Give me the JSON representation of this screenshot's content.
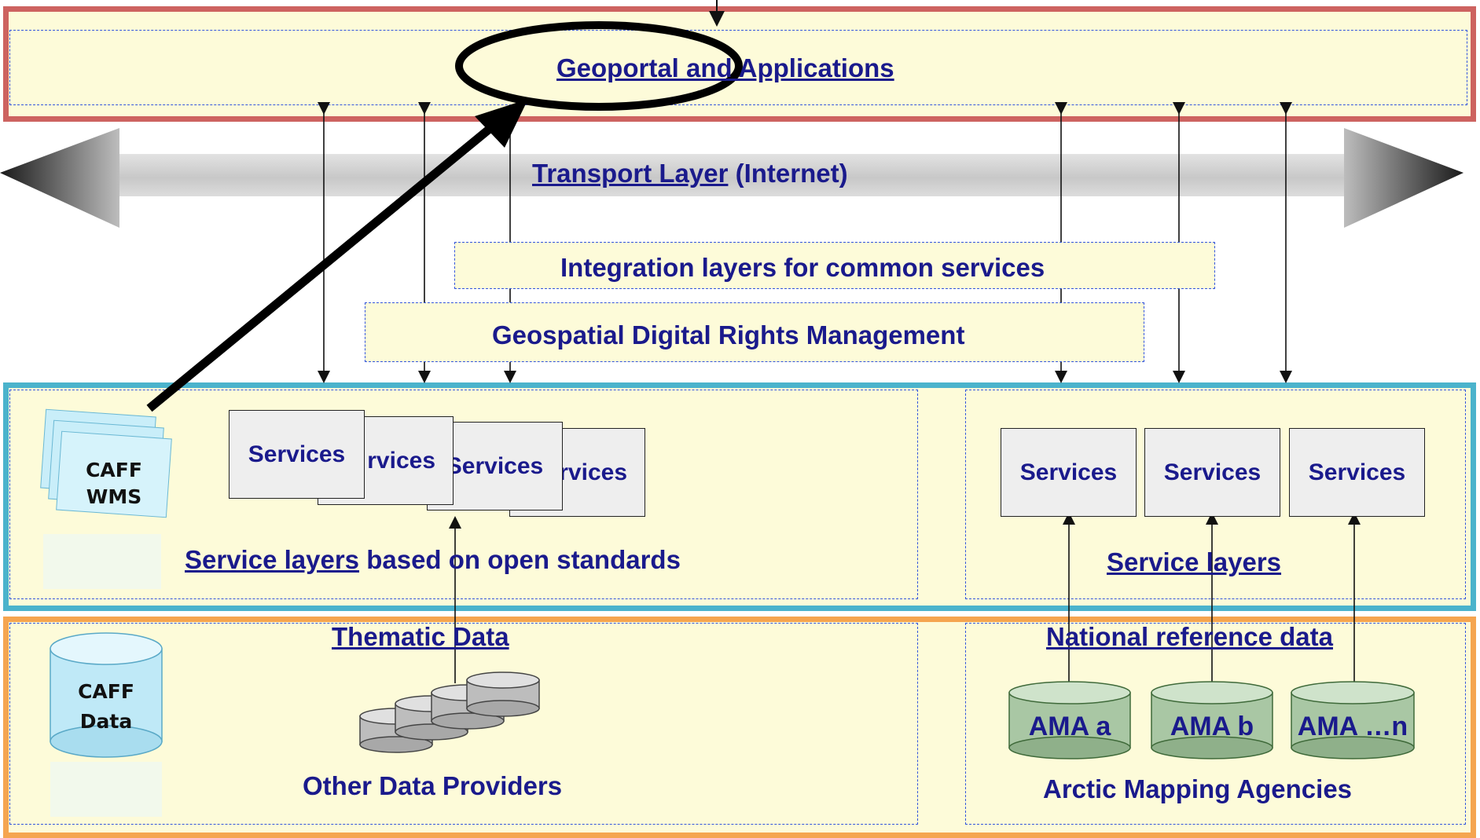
{
  "top": {
    "geoportal": "Geoportal and Applications"
  },
  "transport": {
    "link": "Transport Layer",
    "suffix": " (Internet)"
  },
  "integration": "Integration layers for common services",
  "rights": "Geospatial Digital Rights Management",
  "service_left": {
    "services": [
      "Services",
      "rvices",
      "Services",
      "rvices"
    ],
    "caff_wms_line1": "CAFF",
    "caff_wms_line2": "WMS",
    "caption_link": "Service layers",
    "caption_rest": " based on open standards"
  },
  "service_right": {
    "services": [
      "Services",
      "Services",
      "Services"
    ],
    "caption": "Service layers"
  },
  "data_left": {
    "title": "Thematic Data",
    "caff_data_line1": "CAFF",
    "caff_data_line2": "Data",
    "providers": "Other Data Providers"
  },
  "data_right": {
    "title": "National reference data",
    "agencies": [
      "AMA a",
      "AMA b",
      "AMA …n"
    ],
    "caption": "Arctic Mapping Agencies"
  },
  "colors": {
    "top_border": "#cd6360",
    "service_border": "#4bb3cc",
    "data_border": "#f5a550",
    "fill": "#fdfbd9",
    "text": "#1a1a8c",
    "dash": "#3355dd",
    "cylinder_green": "#a9c7a4"
  }
}
